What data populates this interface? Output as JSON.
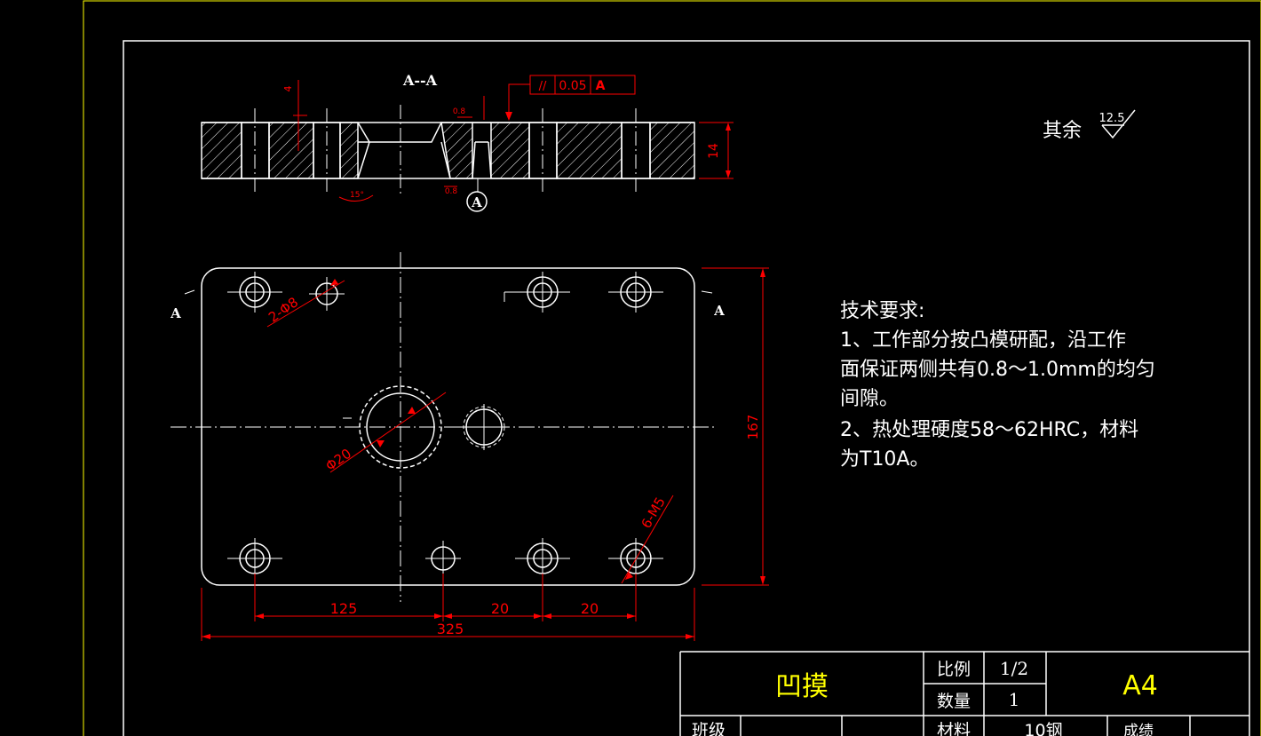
{
  "section": {
    "label": "A--A",
    "dim_thickness": "14",
    "dim_top": "4",
    "dim_small_a": "0.8",
    "dim_small_b": "0.8",
    "dim_angle": "15°",
    "detail_label": "A",
    "tolerance": {
      "symbol": "//",
      "value": "0.05",
      "datum": "A"
    }
  },
  "roughness": {
    "prefix": "其余",
    "value": "12.5"
  },
  "plan": {
    "cut_label_left": "A",
    "cut_label_right": "A",
    "dim_holes_small": "2-Φ8",
    "dim_hole_large": "Φ20",
    "dim_threads": "6-M5",
    "dim_height": "167",
    "dim_125": "125",
    "dim_20a": "20",
    "dim_20b": "20",
    "dim_325": "325"
  },
  "requirements": {
    "title": "技术要求:",
    "line1": "1、工作部分按凸模研配，沿工作",
    "line2": "面保证两侧共有0.8～1.0mm的均匀",
    "line3": "间隙。",
    "line4": "2、热处理硬度58～62HRC，材料",
    "line5": "为T10A。"
  },
  "title_block": {
    "part_name": "凹摸",
    "scale_label": "比例",
    "scale_value": "1/2",
    "qty_label": "数量",
    "qty_value": "1",
    "sheet_size": "A4",
    "class_label": "班级",
    "material_label": "材料",
    "material_value": "10钢",
    "grade_label": "成绩"
  },
  "colors": {
    "background": "#000000",
    "linework": "#ffffff",
    "dimension": "#ff0000",
    "title_text": "#ffff00",
    "frame": "#ffff00"
  }
}
